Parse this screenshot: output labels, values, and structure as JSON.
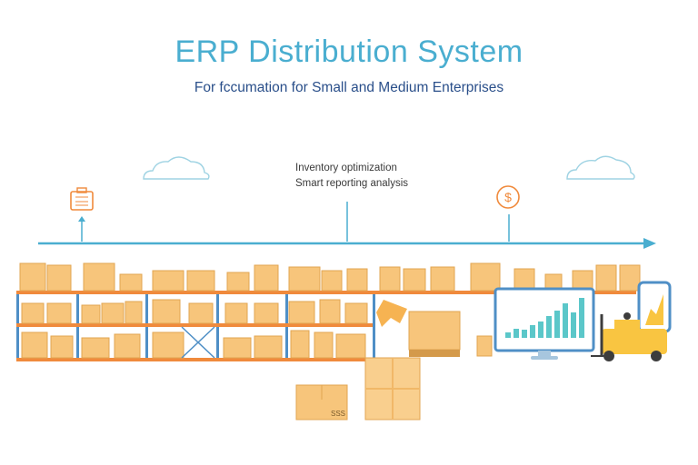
{
  "header": {
    "title": "ERP Distribution System",
    "subtitle": "For fccumation for Small and Medium Enterprises"
  },
  "timeline": {
    "notes": [
      "Inventory optimization",
      "Smart reporting analysis"
    ],
    "dollar_symbol": "$"
  },
  "box_stamp": "SSS",
  "colors": {
    "accent_teal": "#4aaed0",
    "subtitle_navy": "#2a4f8a",
    "box_orange": "#f7c57b",
    "box_edge": "#e2a552",
    "shelf_blue": "#4f8fc6",
    "shelf_orange": "#f08a3c",
    "chart_teal": "#5bc7c9",
    "truck_yellow": "#f9c541"
  },
  "icons": [
    "cloud-icon",
    "briefcase-icon",
    "dollar-icon",
    "arrow-right-icon",
    "monitor-icon",
    "phone-icon",
    "forklift-icon"
  ]
}
